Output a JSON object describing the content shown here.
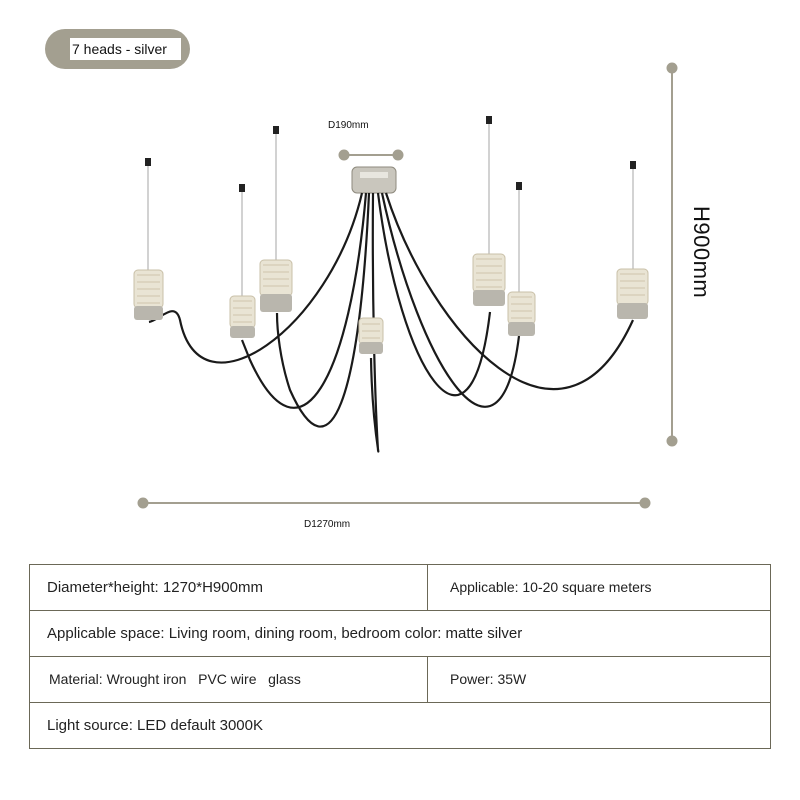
{
  "badge": {
    "label": "7 heads - silver",
    "color": "#a39f90"
  },
  "dimensions": {
    "top_diameter": "D190mm",
    "height": "H900mm",
    "width": "D1270mm"
  },
  "specs": {
    "size": "Diameter*height: 1270*H900mm",
    "applicable_area": "Applicable: 10-20 square meters",
    "space_color": "Applicable space: Living room, dining room, bedroom color: matte silver",
    "material": "Material: Wrought iron   PVC wire   glass",
    "power": "Power: 35W",
    "light_source": "Light source: LED default 3000K"
  },
  "colors": {
    "accent": "#a39f90",
    "table_border": "#6b6857",
    "wire": "#1a1a1a",
    "metal": "#b9b6ad"
  }
}
